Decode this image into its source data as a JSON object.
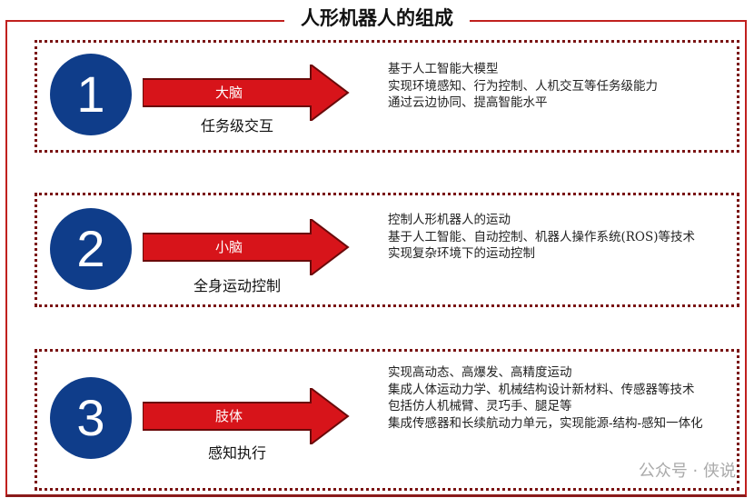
{
  "title": "人形机器人的组成",
  "sections": [
    {
      "number": "1",
      "arrow_label": "大脑",
      "subtitle": "任务级交互",
      "lines": [
        "基于人工智能大模型",
        "实现环境感知、行为控制、人机交互等任务级能力",
        "通过云边协同、提高智能水平"
      ]
    },
    {
      "number": "2",
      "arrow_label": "小脑",
      "subtitle": "全身运动控制",
      "lines": [
        "控制人形机器人的运动",
        "基于人工智能、自动控制、机器人操作系统(ROS)等技术",
        "实现复杂环境下的运动控制"
      ]
    },
    {
      "number": "3",
      "arrow_label": "肢体",
      "subtitle": "感知执行",
      "lines": [
        "实现高动态、高爆发、高精度运动",
        "集成人体运动力学、机械结构设计新材料、传感器等技术",
        "包括仿人机械臂、灵巧手、腿足等",
        "集成传感器和长续航动力单元，实现能源-结构-感知一体化"
      ]
    }
  ],
  "watermark": "公众号 · 侠说",
  "colors": {
    "frame": "#c0201e",
    "circle": "#0f3d8a",
    "arrow": "#d7141a"
  }
}
